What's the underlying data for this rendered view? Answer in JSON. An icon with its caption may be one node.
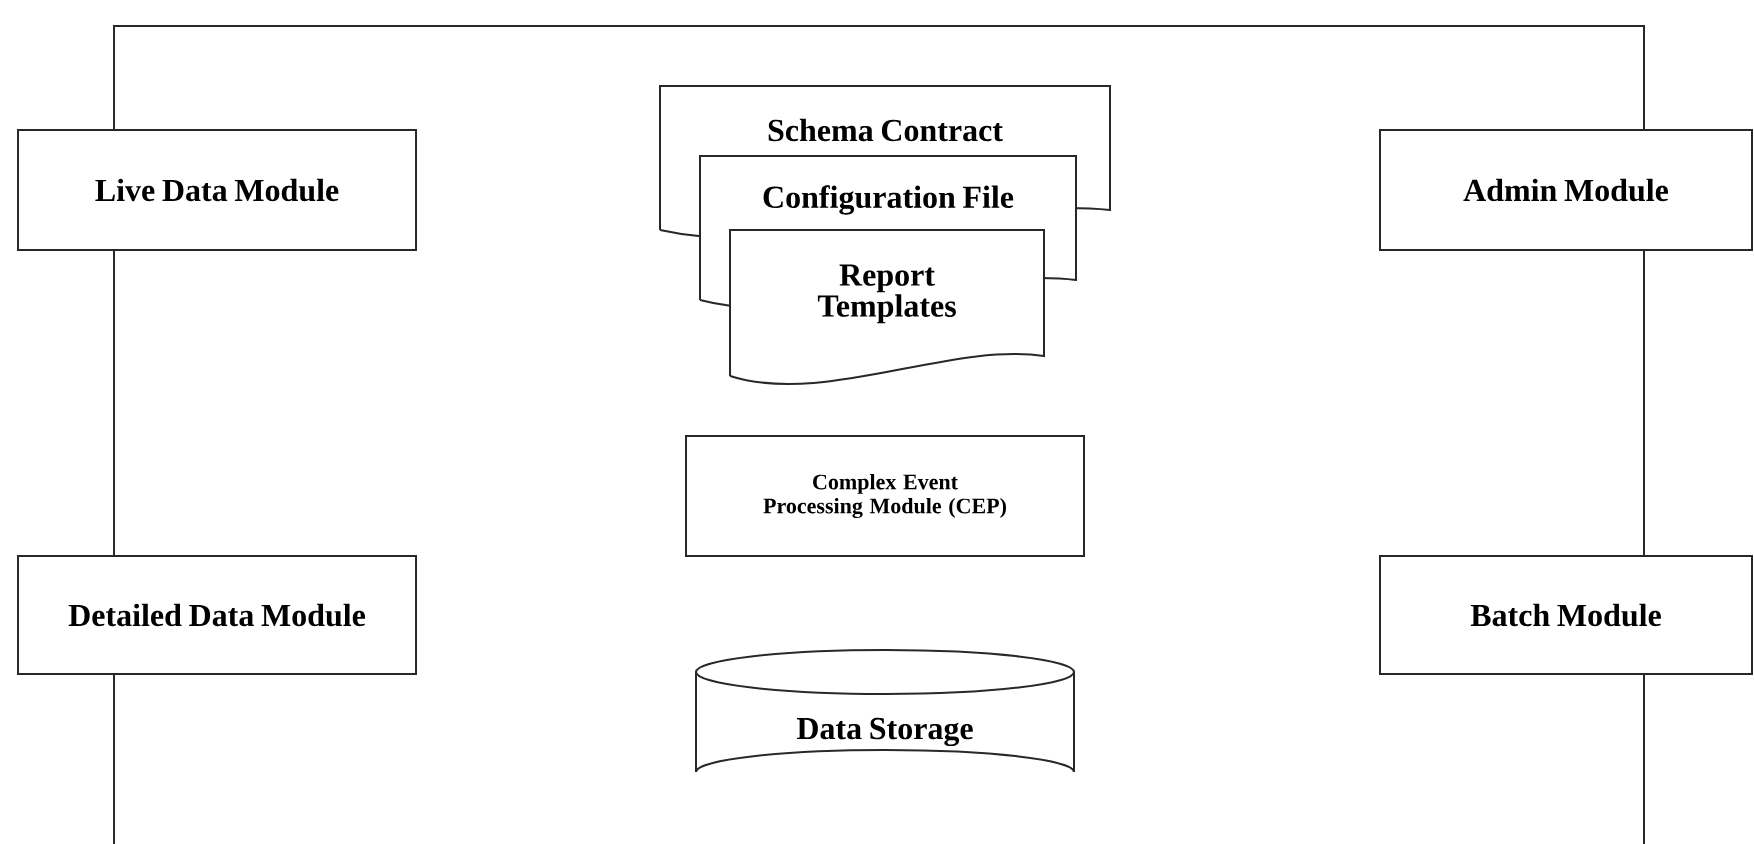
{
  "diagram": {
    "nodes": [
      {
        "text": [
          "Live Data Module"
        ]
      },
      {
        "text": [
          "Schema Contract"
        ]
      },
      {
        "text": [
          "Configuration File"
        ]
      },
      {
        "text": [
          "Report Templates"
        ]
      },
      {
        "text": [
          "Admin Module"
        ]
      },
      {
        "text": [
          "Complex Event Processing Module (CEP)"
        ]
      },
      {
        "text": [
          "Detailed Data Module"
        ]
      },
      {
        "text": [
          "Batch Module"
        ]
      },
      {
        "text": [
          "Data Storage"
        ]
      }
    ],
    "edges": [
      {
        "from": 0,
        "to": 4,
        "arrow": "none"
      },
      {
        "from": 0,
        "to": 6,
        "arrow": "none"
      },
      {
        "from": 4,
        "to": 7,
        "arrow": "none"
      },
      {
        "from": 6,
        "to": null,
        "arrow": "none"
      },
      {
        "from": 7,
        "to": null,
        "arrow": "none"
      }
    ]
  }
}
